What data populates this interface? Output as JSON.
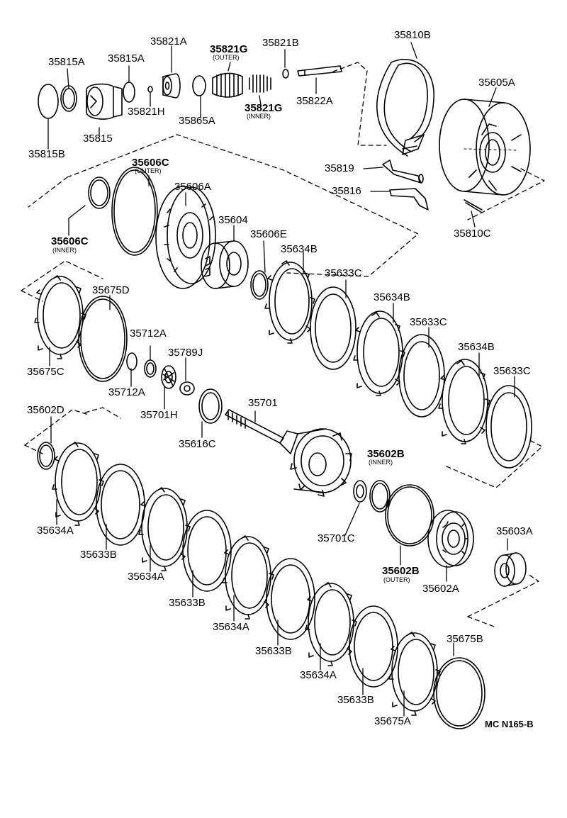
{
  "diagram_code": "MC N165-B",
  "part_numbers": {
    "p35815A_a": "35815A",
    "p35815A_b": "35815A",
    "p35815": "35815",
    "p35815B": "35815B",
    "p35821A": "35821A",
    "p35821H": "35821H",
    "p35865A": "35865A",
    "p35821G_outer": "35821G",
    "p35821G_inner": "35821G",
    "p35821B": "35821B",
    "p35822A": "35822A",
    "p35810B": "35810B",
    "p35605A": "35605A",
    "p35819": "35819",
    "p35816": "35816",
    "p35810C": "35810C",
    "p35606C_outer": "35606C",
    "p35606C_inner": "35606C",
    "p35606A": "35606A",
    "p35604": "35604",
    "p35606E": "35606E",
    "p35634B_a": "35634B",
    "p35634B_b": "35634B",
    "p35634B_c": "35634B",
    "p35633C_a": "35633C",
    "p35633C_b": "35633C",
    "p35633C_c": "35633C",
    "p35675D": "35675D",
    "p35675C": "35675C",
    "p35712A_a": "35712A",
    "p35712A_b": "35712A",
    "p35789J": "35789J",
    "p35701H": "35701H",
    "p35616C": "35616C",
    "p35701": "35701",
    "p35602D": "35602D",
    "p35602B_inner": "35602B",
    "p35602B_outer": "35602B",
    "p35701C": "35701C",
    "p35602A": "35602A",
    "p35603A": "35603A",
    "p35634A_a": "35634A",
    "p35634A_b": "35634A",
    "p35634A_c": "35634A",
    "p35634A_d": "35634A",
    "p35633B_a": "35633B",
    "p35633B_b": "35633B",
    "p35633B_c": "35633B",
    "p35633B_d": "35633B",
    "p35675A": "35675A",
    "p35675B": "35675B"
  },
  "qualifiers": {
    "outer_1": "(OUTER)",
    "inner_1": "(INNER)",
    "outer_2": "(OUTER)",
    "inner_2": "(INNER)",
    "inner_3": "(INNER)",
    "outer_3": "(OUTER)"
  }
}
